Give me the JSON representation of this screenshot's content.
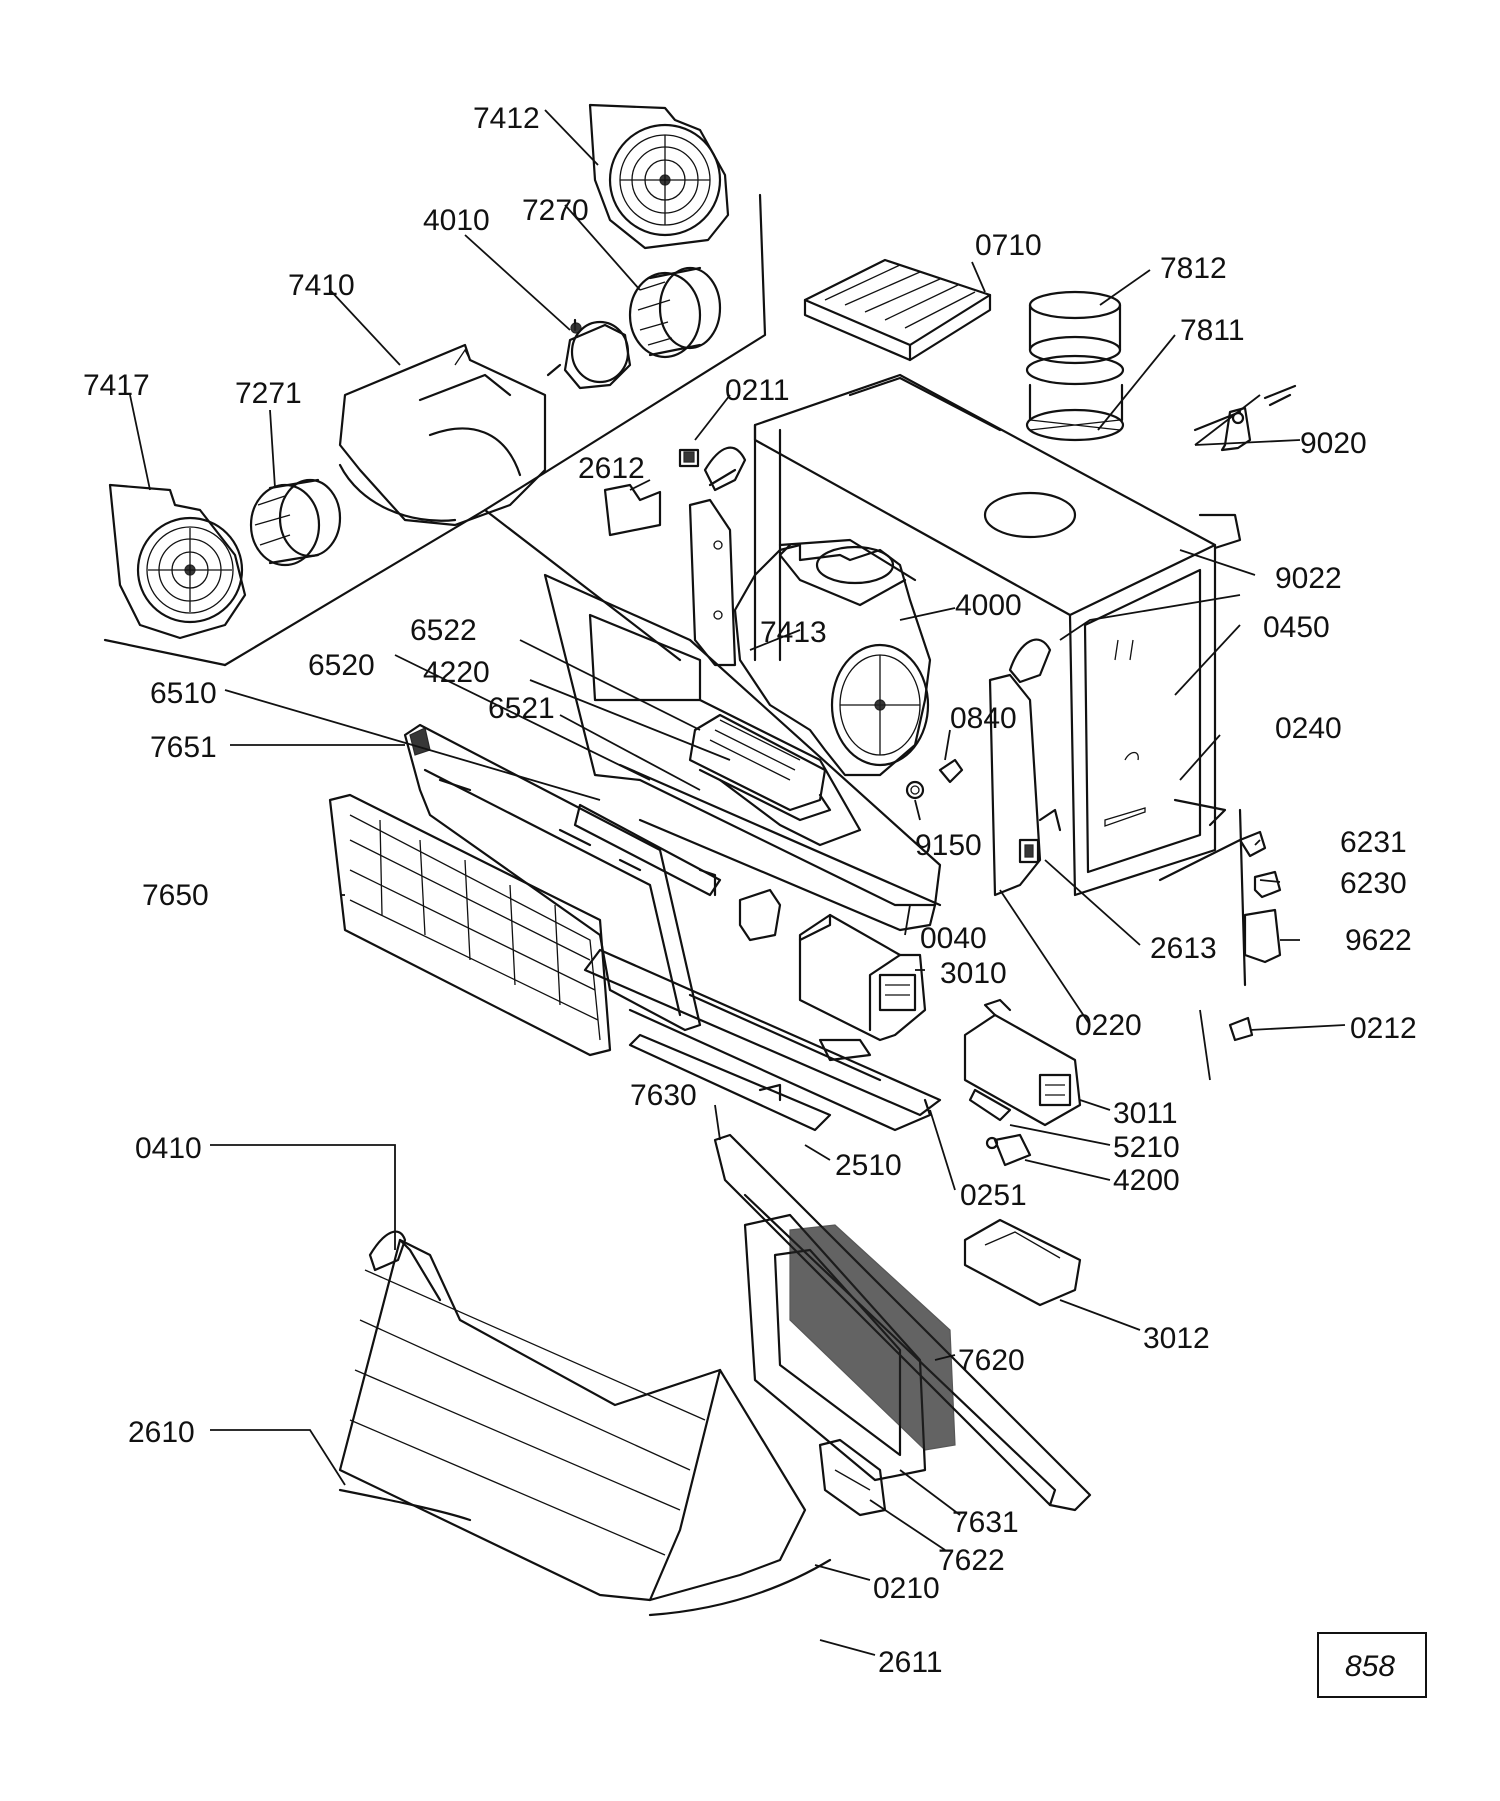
{
  "labels": {
    "p7412": "7412",
    "p7270": "7270",
    "p4010": "4010",
    "p7410": "7410",
    "p7417": "7417",
    "p7271": "7271",
    "p0710": "0710",
    "p7812": "7812",
    "p7811": "7811",
    "p9020": "9020",
    "p0211": "0211",
    "p2612": "2612",
    "p9022": "9022",
    "p4000": "4000",
    "p0450": "0450",
    "p7413": "7413",
    "p6522": "6522",
    "p4220": "4220",
    "p6520": "6520",
    "p6521": "6521",
    "p6510": "6510",
    "p0840": "0840",
    "p0240": "0240",
    "p7651": "7651",
    "p9150": "9150",
    "p6231": "6231",
    "p6230": "6230",
    "p7650": "7650",
    "p0040": "0040",
    "p2613": "2613",
    "p9622": "9622",
    "p3010": "3010",
    "p0220": "0220",
    "p0212": "0212",
    "p3011": "3011",
    "p7630": "7630",
    "p5210": "5210",
    "p0410": "0410",
    "p2510": "2510",
    "p4200": "4200",
    "p0251": "0251",
    "p3012": "3012",
    "p7620": "7620",
    "p2610": "2610",
    "p7631": "7631",
    "p7622": "7622",
    "p0210": "0210",
    "p2611": "2611"
  },
  "page_number": "858"
}
